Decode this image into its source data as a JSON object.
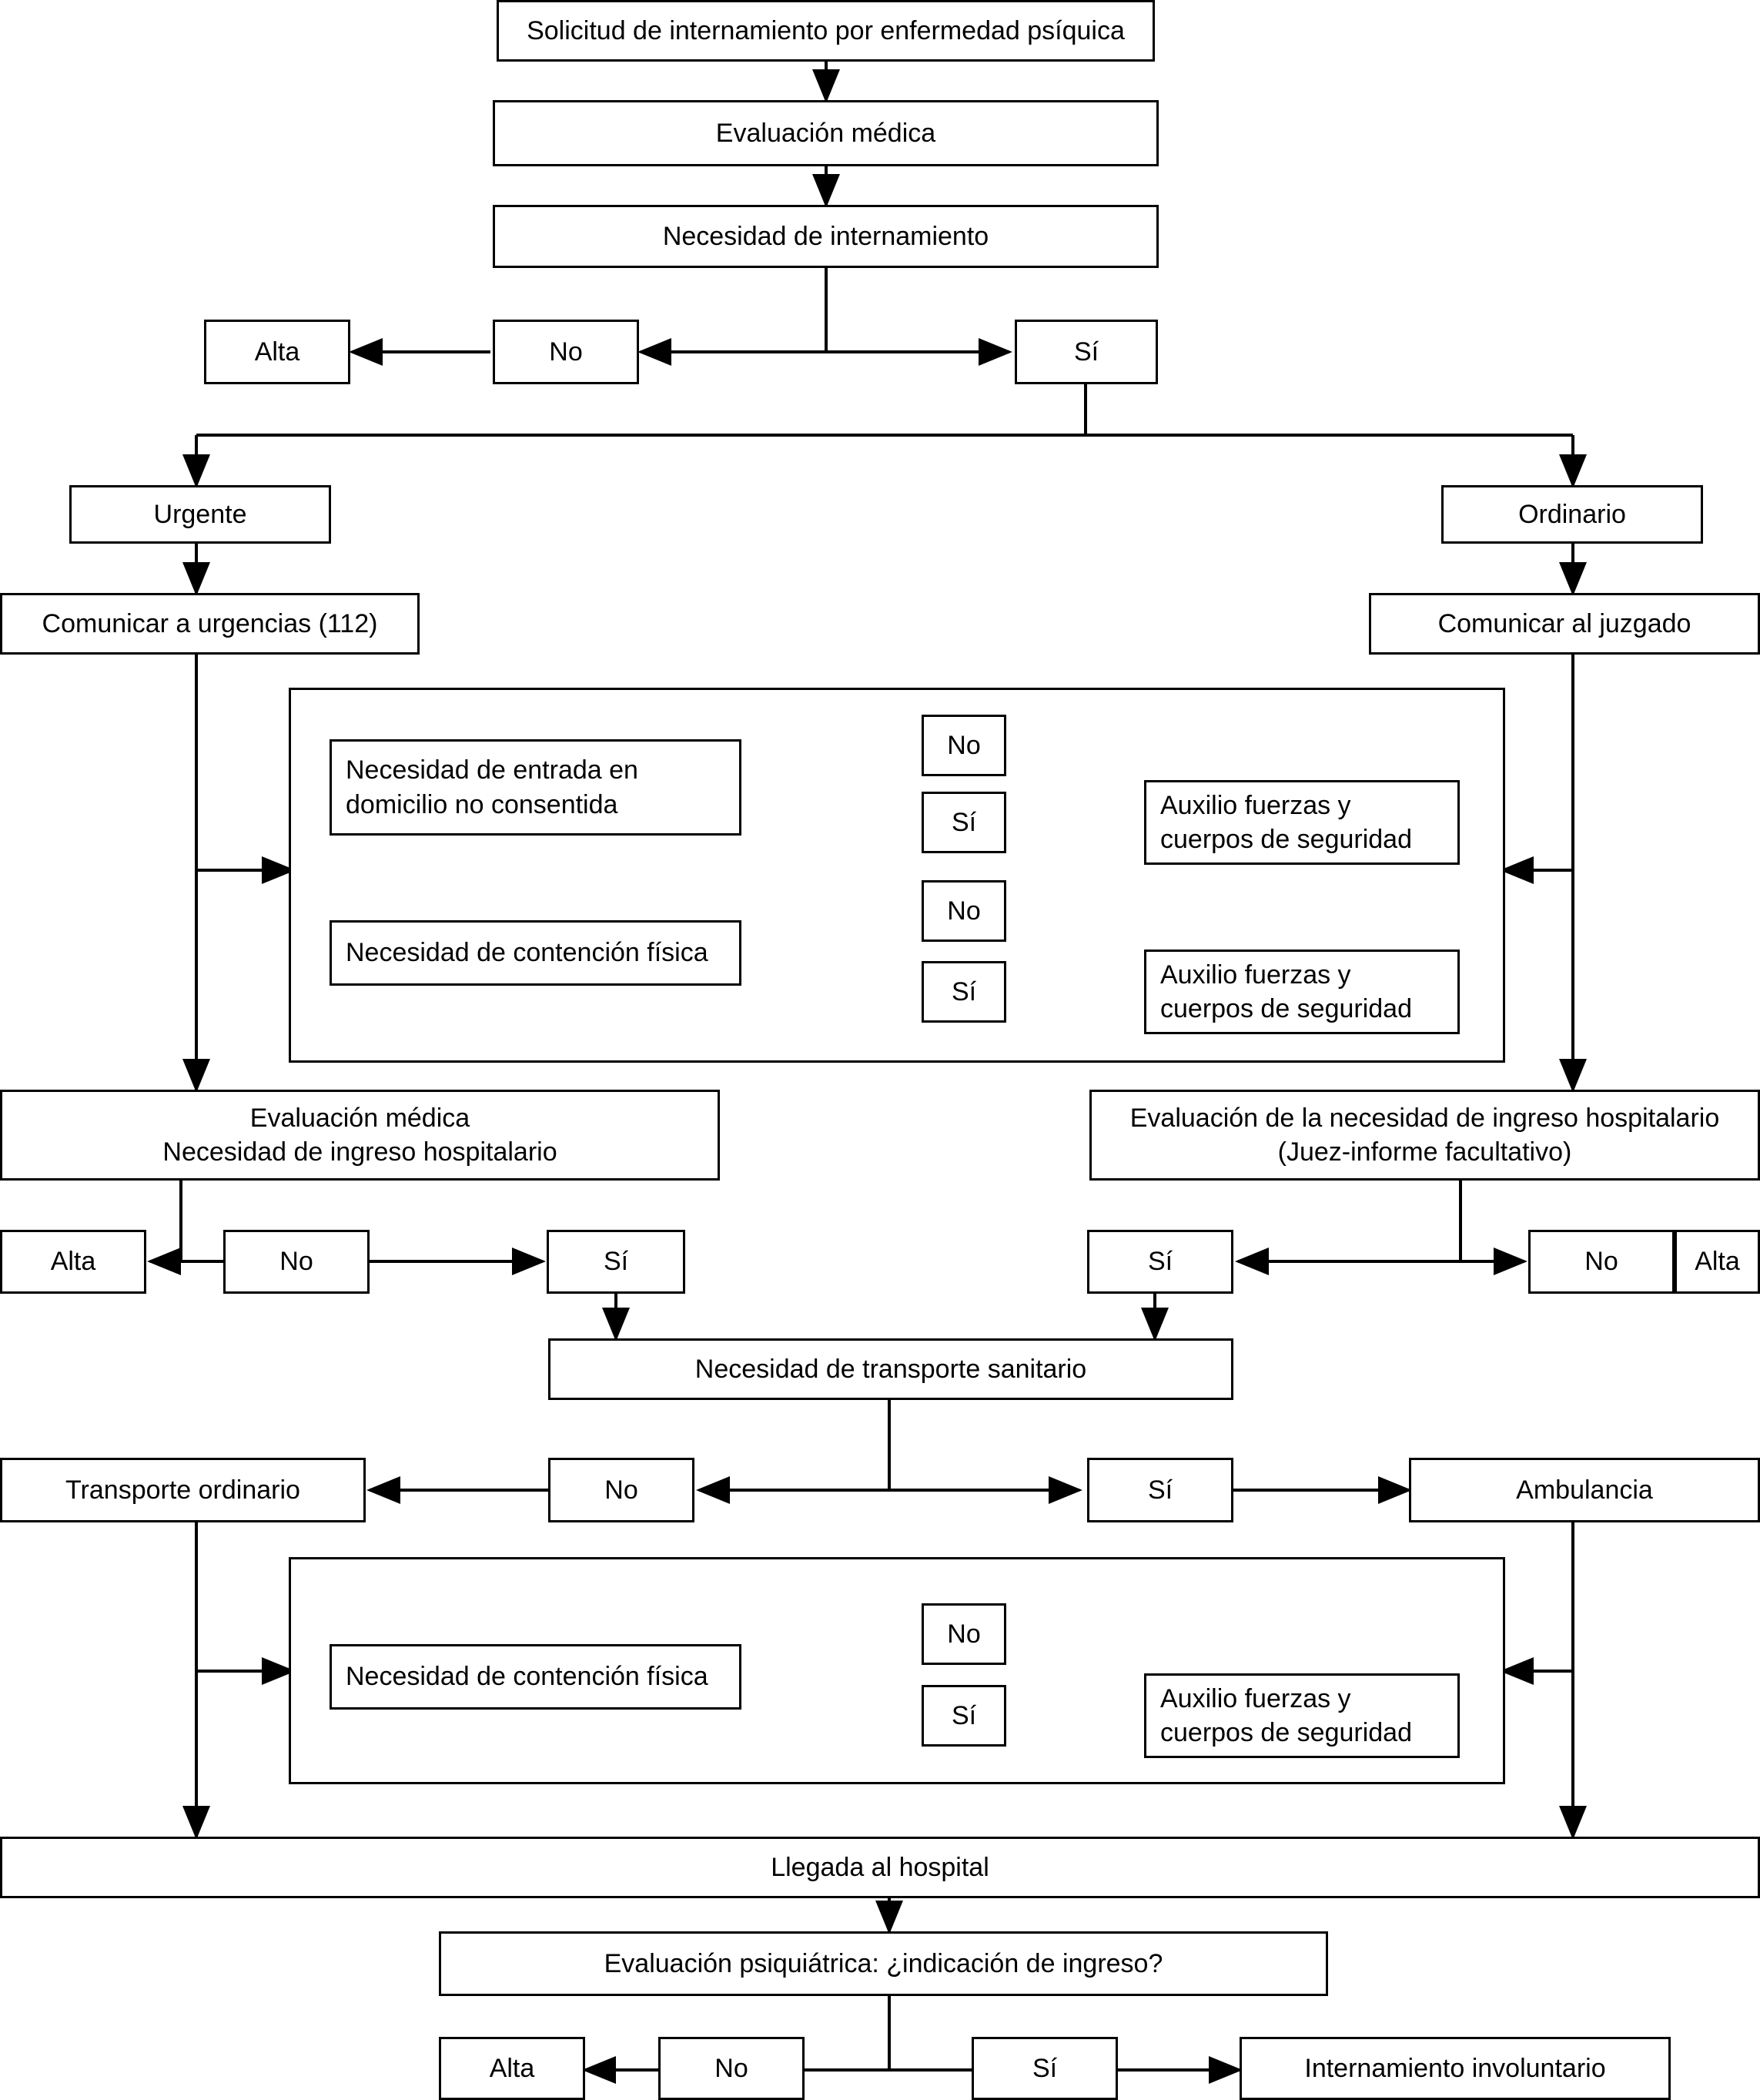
{
  "diagram": {
    "title": "Flujograma de internamiento por enfermedad psiquica",
    "line_color": "#000000",
    "box_fill": "#ffffff",
    "text_color": "#000000"
  },
  "nodes": {
    "solicitud": "Solicitud de internamiento por enfermedad psíquica",
    "evaluacion_medica_1": "Evaluación médica",
    "necesidad_internamiento": "Necesidad de internamiento",
    "alta_1": "Alta",
    "no_1": "No",
    "si_1": "Sí",
    "urgente": "Urgente",
    "ordinario": "Ordinario",
    "comunicar_urgencias": "Comunicar a urgencias (112)",
    "comunicar_juzgado": "Comunicar al juzgado",
    "entrada_domicilio_l1": "Necesidad de entrada en",
    "entrada_domicilio_l2": " domicilio no consentida",
    "no_2": "No",
    "si_2": "Sí",
    "auxilio_1_l1": "Auxilio fuerzas y",
    "auxilio_1_l2": "cuerpos de seguridad",
    "contencion_1": "Necesidad de contención física",
    "no_3": "No",
    "si_3": "Sí",
    "auxilio_2_l1": "Auxilio fuerzas y",
    "auxilio_2_l2": "cuerpos de seguridad",
    "eval_izq_l1": "Evaluación médica",
    "eval_izq_l2": "Necesidad de ingreso hospitalario",
    "eval_der_l1": "Evaluación de la necesidad de  ingreso hospitalario",
    "eval_der_l2": "(Juez-informe facultativo)",
    "alta_2": "Alta",
    "no_4": "No",
    "si_4": "Sí",
    "si_5": "Sí",
    "no_5": "No",
    "alta_3": "Alta",
    "transporte_sanitario": "Necesidad de transporte sanitario",
    "transporte_ordinario": "Transporte ordinario",
    "no_6": "No",
    "si_6": "Sí",
    "ambulancia": "Ambulancia",
    "contencion_2": "Necesidad de contención física",
    "no_7": "No",
    "si_7": "Sí",
    "auxilio_3_l1": "Auxilio fuerzas y",
    "auxilio_3_l2": "cuerpos de seguridad",
    "llegada_hospital": "Llegada al hospital",
    "eval_psiquiatrica": "Evaluación psiquiátrica: ¿indicación de ingreso?",
    "alta_4": "Alta",
    "no_8": "No",
    "si_8": "Sí",
    "internamiento_involuntario": "Internamiento involuntario"
  }
}
